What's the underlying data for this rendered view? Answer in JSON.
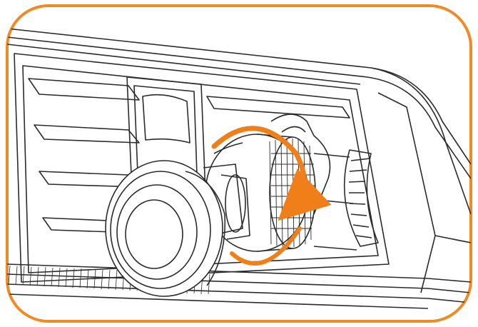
{
  "illustration": {
    "frame_color": "#F08A24",
    "arrow_color": "#F07F1A",
    "line_color": "#2B2B2B",
    "background": "#FFFFFF",
    "parts": [
      "air-vent",
      "vent-clip",
      "knurled-tightening-knob",
      "magnetic-mount-head"
    ],
    "motion": "rotate-knob-clockwise"
  }
}
